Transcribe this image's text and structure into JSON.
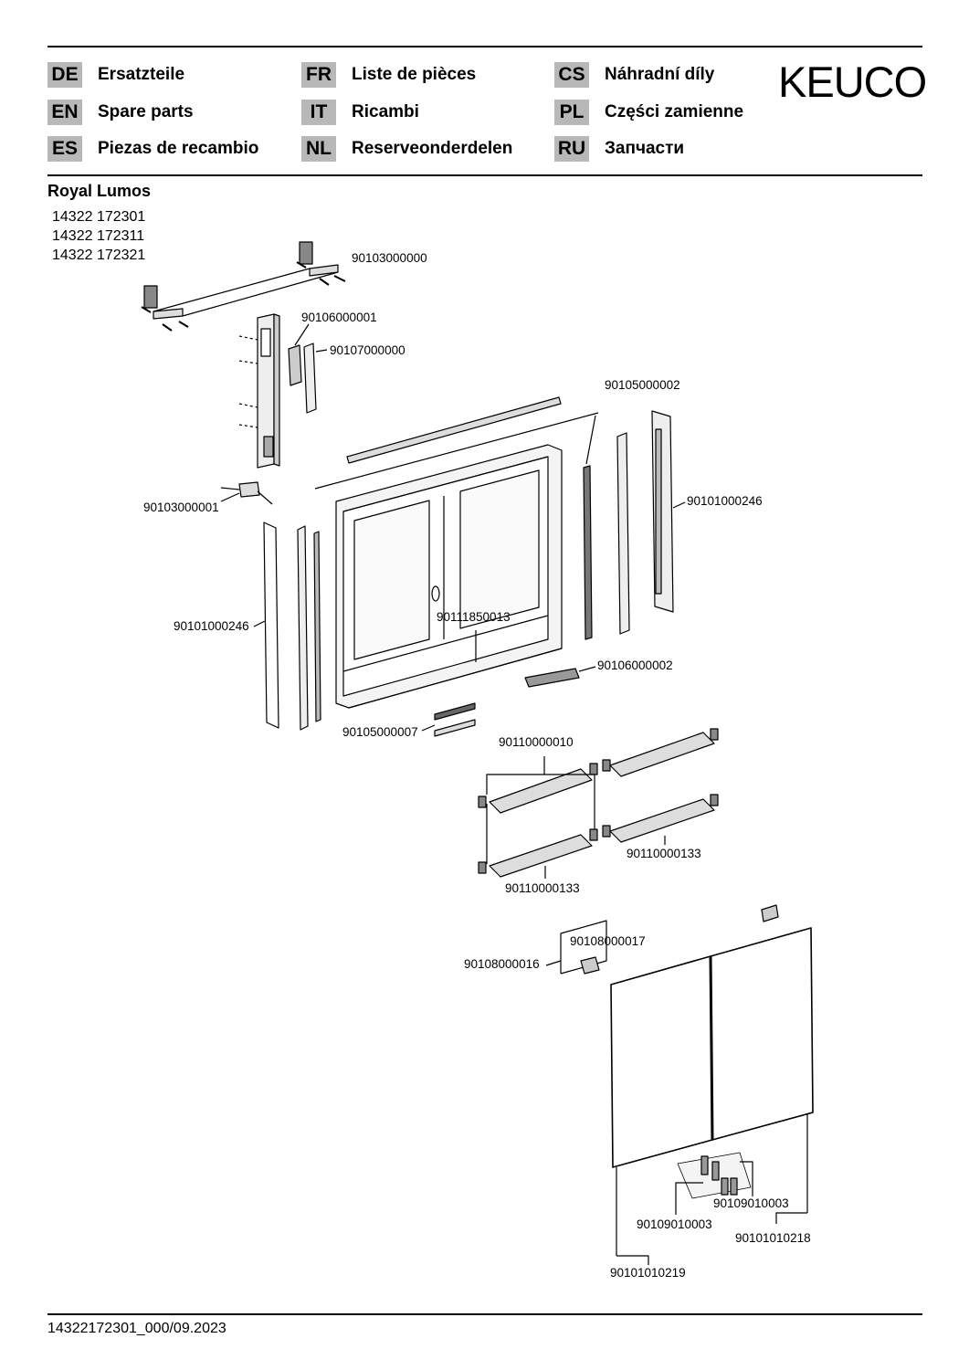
{
  "header": {
    "brand": "KEUCO",
    "languages": [
      {
        "code": "DE",
        "label": "Ersatzteile"
      },
      {
        "code": "EN",
        "label": "Spare parts"
      },
      {
        "code": "ES",
        "label": "Piezas de recambio"
      },
      {
        "code": "FR",
        "label": "Liste de pièces"
      },
      {
        "code": "IT",
        "label": "Ricambi"
      },
      {
        "code": "NL",
        "label": "Reserveonderdelen"
      },
      {
        "code": "CS",
        "label": "Náhradní díly"
      },
      {
        "code": "PL",
        "label": "Części zamienne"
      },
      {
        "code": "RU",
        "label": "Запчасти"
      }
    ]
  },
  "product": {
    "name": "Royal Lumos",
    "models": [
      "14322 172301",
      "14322 172311",
      "14322 172321"
    ]
  },
  "part_labels": {
    "top_brackets": "90103000000",
    "electronics_unit": "90106000001",
    "cover": "90107000000",
    "top_light_strip": "90105000002",
    "right_side_panel": "90101000246",
    "small_bracket": "90103000001",
    "left_side_panel": "90101000246",
    "cabinet_body": "90111850013",
    "socket_module": "90106000002",
    "bottom_strip": "90105000007",
    "shelf_clips": "90110000010",
    "shelf_left": "90110000133",
    "shelf_right": "90110000133",
    "magnet_catch": "90108000017",
    "catch_holder": "90108000016",
    "hinge_right": "90109010003",
    "hinge_left": "90109010003",
    "door_right": "90101010218",
    "door_left": "90101010219"
  },
  "footer": {
    "document_id": "14322172301_000/09.2023"
  }
}
